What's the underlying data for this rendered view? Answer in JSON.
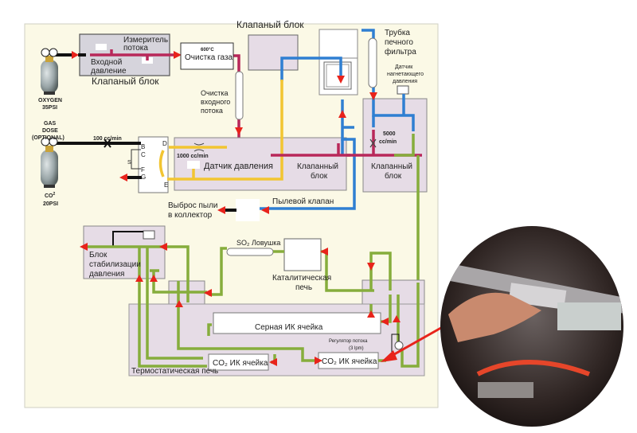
{
  "colors": {
    "background": "#fbf9e6",
    "block_fill": "#e6dce6",
    "block_stroke": "#8c8c8c",
    "oxygen_line": "#b8285a",
    "sample_line": "#f2c531",
    "blue_line": "#2f7fd2",
    "green_line": "#86ad3c",
    "arrow": "#e8231b",
    "black_line": "#111111"
  },
  "cylinders": {
    "oxygen": {
      "label1": "OXYGEN",
      "label2": "35PSI"
    },
    "co2": {
      "top1": "GAS",
      "top2": "DOSE",
      "top3": "(OPTIONAL)",
      "label1": "CO",
      "sup": "2",
      "label2": "20PSI"
    }
  },
  "labels": {
    "flow_meter_1": "Измеритель",
    "flow_meter_2": "потока",
    "inlet_pressure_1": "Входной",
    "inlet_pressure_2": "давление",
    "valve_block_1": "Клапаный блок",
    "gas_purify_temp": "600°C",
    "gas_purify": "Очистка газа",
    "valve_block_top": "Клапаный блок",
    "inlet_clean_1": "Очистка",
    "inlet_clean_2": "входного",
    "inlet_clean_3": "потока",
    "furnace_filter_1": "Трубка",
    "furnace_filter_2": "печного",
    "furnace_filter_3": "фильтра",
    "discharge_sensor_1": "Датчик",
    "discharge_sensor_2": "нагнетающего",
    "discharge_sensor_3": "давления",
    "flow_100": "100 cc/min",
    "flow_1000": "1000 cc/min",
    "flow_5000_1": "5000",
    "flow_5000_2": "cc/min",
    "pressure_sensor": "Датчик давления",
    "valve_block_mid_1": "Клапанный",
    "valve_block_mid_2": "блок",
    "valve_block_right_1": "Клапанный",
    "valve_block_right_2": "блок",
    "dust_valve": "Пылевой клапан",
    "dust_out_1": "Выброс пыли",
    "dust_out_2": "в коллектор",
    "port_b": "B",
    "port_c": "C",
    "port_d": "D",
    "port_e": "E",
    "port_f": "F",
    "port_g": "G",
    "port_s": "S",
    "stab_1": "Блок",
    "stab_2": "стабилизации",
    "stab_3": "давления",
    "so2_trap": "SO₂ Ловушка",
    "catalytic_1": "Каталитическая",
    "catalytic_2": "печь",
    "sulfur_cell": "Серная ИК ячейка",
    "regulator_1": "Регулятор потока",
    "regulator_2": "(3 lpm)",
    "co_cell_left": "CO₂ ИК ячейка",
    "co_cell_right": "CO₂ ИК ячейка",
    "thermo_oven": "Термостатическая печь"
  },
  "photo": {
    "description": "hand-inserting-ir-cell-photo"
  }
}
